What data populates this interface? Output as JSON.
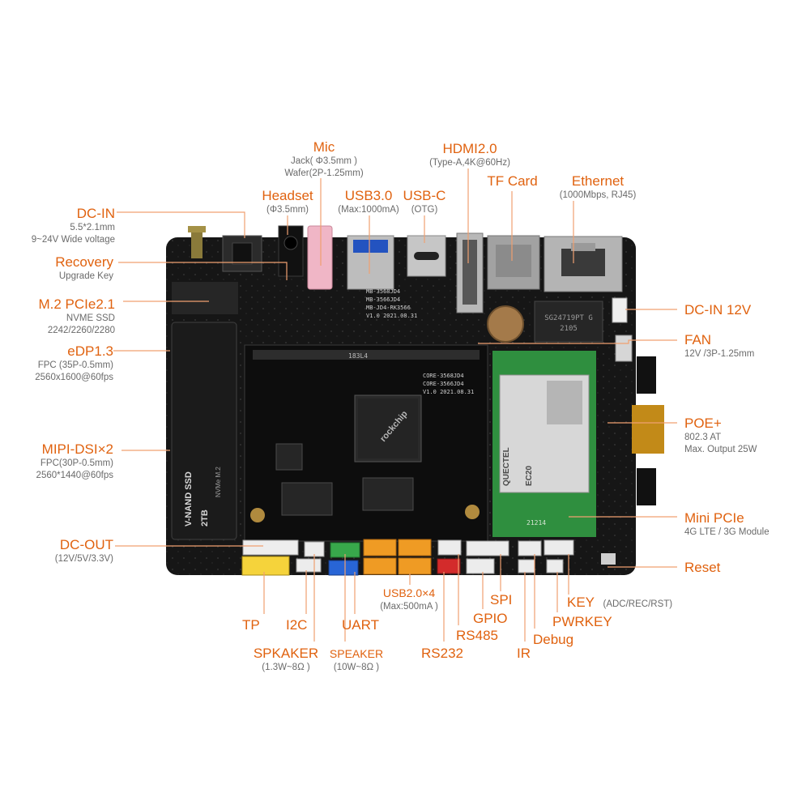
{
  "colors": {
    "accent": "#e0620f",
    "board": "#161616",
    "leader": "#f0a070"
  },
  "labels": {
    "dc_in": {
      "title": "DC-IN",
      "sub": [
        "5.5*2.1mm",
        "9~24V Wide voltage"
      ]
    },
    "recovery": {
      "title": "Recovery",
      "sub": [
        "Upgrade Key"
      ]
    },
    "m2": {
      "title": "M.2 PCIe2.1",
      "sub": [
        "NVME SSD",
        "2242/2260/2280"
      ]
    },
    "edp": {
      "title": "eDP1.3",
      "sub": [
        "FPC (35P-0.5mm)",
        "2560x1600@60fps"
      ]
    },
    "mipi": {
      "title": "MIPI-DSI×2",
      "sub": [
        "FPC(30P-0.5mm)",
        "2560*1440@60fps"
      ]
    },
    "dc_out": {
      "title": "DC-OUT",
      "sub": [
        "(12V/5V/3.3V)"
      ]
    },
    "headset": {
      "title": "Headset",
      "sub": [
        "(Φ3.5mm)"
      ]
    },
    "mic": {
      "title": "Mic",
      "sub": [
        "Jack( Φ3.5mm )",
        "Wafer(2P-1.25mm)"
      ]
    },
    "usb3": {
      "title": "USB3.0",
      "sub": [
        "(Max:1000mA)"
      ]
    },
    "usbc": {
      "title": "USB-C",
      "sub": [
        "(OTG)"
      ]
    },
    "hdmi": {
      "title": "HDMI2.0",
      "sub": [
        "(Type-A,4K@60Hz)"
      ]
    },
    "tf": {
      "title": "TF Card"
    },
    "ethernet": {
      "title": "Ethernet",
      "sub": [
        "(1000Mbps, RJ45)"
      ]
    },
    "dc_in_12": {
      "title": "DC-IN  12V"
    },
    "fan": {
      "title": "FAN",
      "sub": [
        "12V /3P-1.25mm"
      ]
    },
    "poe": {
      "title": "POE+",
      "sub": [
        "802.3 AT",
        "Max. Output 25W"
      ]
    },
    "minipcie": {
      "title": "Mini PCIe",
      "sub": [
        "4G LTE / 3G Module"
      ]
    },
    "reset": {
      "title": "Reset"
    },
    "tp": {
      "title": "TP"
    },
    "i2c": {
      "title": "I2C"
    },
    "uart": {
      "title": "UART"
    },
    "spkaker": {
      "title": "SPKAKER",
      "sub": [
        "(1.3W~8Ω )"
      ]
    },
    "speaker": {
      "title": "SPEAKER",
      "sub": [
        "(10W~8Ω )"
      ]
    },
    "usb2": {
      "title": "USB2.0×4",
      "sub": [
        "(Max:500mA )"
      ]
    },
    "rs232": {
      "title": "RS232"
    },
    "rs485": {
      "title": "RS485"
    },
    "gpio": {
      "title": "GPIO"
    },
    "spi": {
      "title": "SPI"
    },
    "ir": {
      "title": "IR"
    },
    "debug": {
      "title": "Debug"
    },
    "pwrkey": {
      "title": "PWRKEY"
    },
    "key": {
      "title": "KEY",
      "sub": [
        "(ADC/REC/RST)"
      ]
    }
  },
  "board_text": {
    "ssd_brand": "V-NAND SSD",
    "ssd_capacity": "2TB",
    "ssd_model": "NVMe M.2",
    "core_lines": [
      "CORE-3568JD4",
      "CORE-3566JD4",
      "V1.0  2021.08.31"
    ],
    "top_lines": [
      "MB-3568JD4",
      "MB-3566JD4",
      "MB-JD4-RK3566",
      "V1.0  2021.08.31"
    ],
    "soc_logo": "rockchip",
    "modem_brand": "QUECTEL",
    "modem_model": "EC20",
    "eth_chip_lines": [
      "SG24719PT G",
      "2105"
    ],
    "module_code": "21214",
    "core_header": "183L4"
  }
}
